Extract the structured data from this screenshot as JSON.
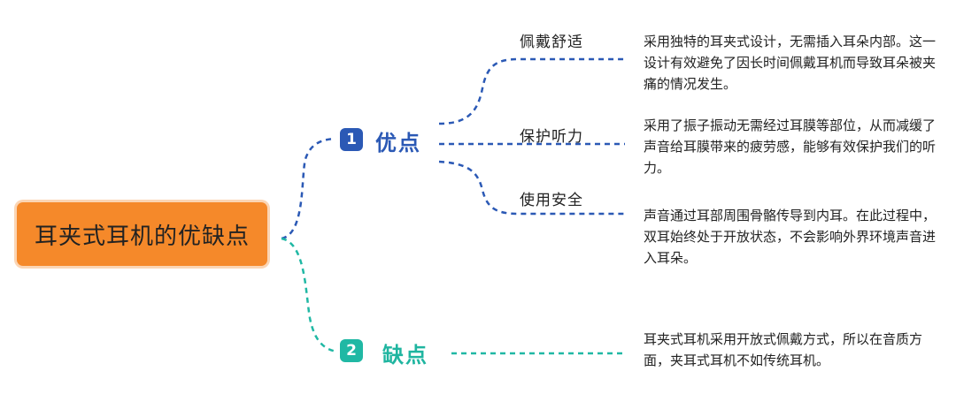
{
  "root": {
    "title": "耳夹式耳机的优缺点"
  },
  "branches": [
    {
      "number": "1",
      "label": "优点",
      "children": [
        {
          "label": "佩戴舒适",
          "description": "采用独特的耳夹式设计，无需插入耳朵内部。这一设计有效避免了因长时间佩戴耳机而导致耳朵被夹痛的情况发生。"
        },
        {
          "label": "保护听力",
          "description": "采用了振子振动无需经过耳膜等部位，从而减缓了声音给耳膜带来的疲劳感，能够有效保护我们的听力。"
        },
        {
          "label": "使用安全",
          "description": "声音通过耳部周围骨骼传导到内耳。在此过程中，双耳始终处于开放状态，不会影响外界环境声音进入耳朵。"
        }
      ]
    },
    {
      "number": "2",
      "label": "缺点",
      "description": "耳夹式耳机采用开放式佩戴方式，所以在音质方面，夹耳式耳机不如传统耳机。"
    }
  ],
  "colors": {
    "root": "#f5892a",
    "pros": "#2b59b5",
    "cons": "#20b8a4"
  }
}
